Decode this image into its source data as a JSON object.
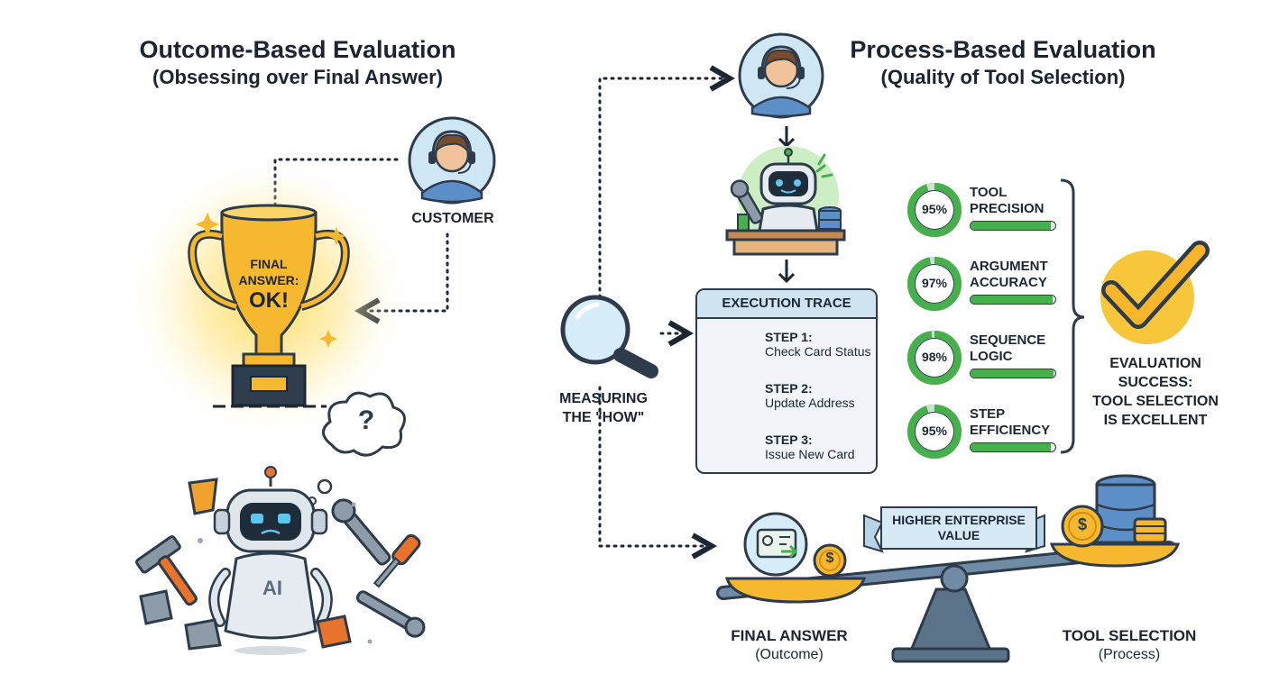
{
  "left": {
    "title": "Outcome-Based Evaluation",
    "subtitle": "(Obsessing over Final Answer)",
    "customer_label": "CUSTOMER",
    "trophy_text_1": "FINAL",
    "trophy_text_2": "ANSWER:",
    "trophy_text_3": "OK!",
    "robot_badge": "AI",
    "thought": "?"
  },
  "right": {
    "title": "Process-Based Evaluation",
    "subtitle": "(Quality of Tool Selection)",
    "measuring_1": "MEASURING",
    "measuring_2": "THE \"HOW\"",
    "trace": {
      "header": "EXECUTION TRACE",
      "steps": [
        {
          "title": "STEP 1:",
          "desc": "Check Card Status",
          "arrow_color": "#46b04d"
        },
        {
          "title": "STEP 2:",
          "desc": "Update Address",
          "arrow_color": "#f0a22c"
        },
        {
          "title": "STEP 3:",
          "desc": "Issue New Card",
          "arrow_color": "#46b04d"
        }
      ]
    },
    "metrics": [
      {
        "line1": "TOOL",
        "line2": "PRECISION",
        "value": "95%",
        "fraction": 0.95
      },
      {
        "line1": "ARGUMENT",
        "line2": "ACCURACY",
        "value": "97%",
        "fraction": 0.97
      },
      {
        "line1": "SEQUENCE",
        "line2": "LOGIC",
        "value": "98%",
        "fraction": 0.98
      },
      {
        "line1": "STEP",
        "line2": "EFFICIENCY",
        "value": "95%",
        "fraction": 0.95
      }
    ],
    "success": [
      "EVALUATION",
      "SUCCESS:",
      "TOOL SELECTION",
      "IS EXCELLENT"
    ],
    "banner_1": "HIGHER ENTERPRISE",
    "banner_2": "VALUE",
    "scale_left_1": "FINAL ANSWER",
    "scale_left_2": "(Outcome)",
    "scale_right_1": "TOOL SELECTION",
    "scale_right_2": "(Process)",
    "coin_symbol": "$"
  },
  "colors": {
    "ink": "#2d3b4a",
    "green": "#46b04d",
    "gold": "#f5b82e",
    "blue": "#5c8fc8",
    "light_blue": "#d6e9f5",
    "orange": "#e8742c"
  },
  "icons": [
    "agent-headset-icon",
    "trophy-icon",
    "robot-icon",
    "magnifier-icon",
    "database-icon",
    "checkmark-icon",
    "balance-scale-icon",
    "coin-icon",
    "wrench-icon",
    "hammer-icon",
    "screwdriver-icon"
  ]
}
